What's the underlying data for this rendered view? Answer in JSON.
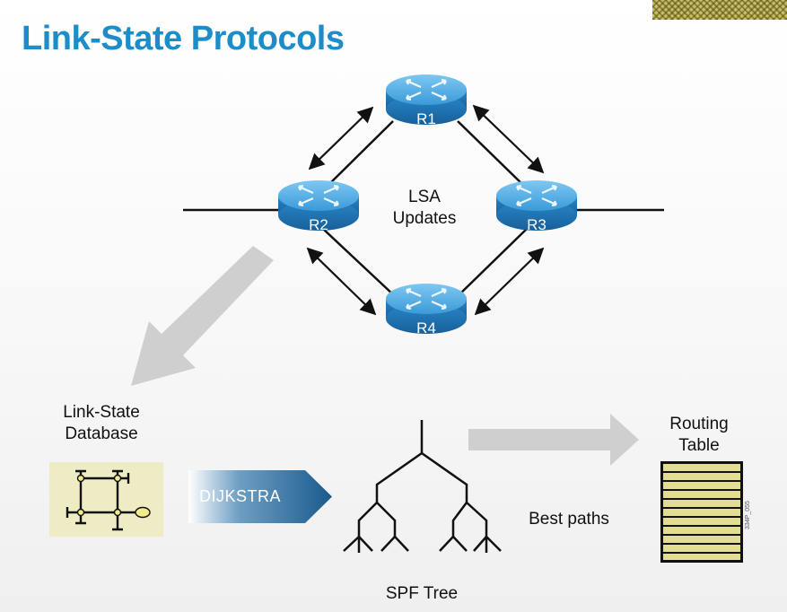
{
  "title": "Link-State Protocols",
  "routers": [
    "R1",
    "R2",
    "R3",
    "R4"
  ],
  "lsa_label": {
    "line1": "LSA",
    "line2": "Updates"
  },
  "lsdb_label": {
    "line1": "Link-State",
    "line2": "Database"
  },
  "algorithm_label": "DIJKSTRA",
  "spf_label": "SPF Tree",
  "best_paths_label": "Best paths",
  "routing_table_label": {
    "line1": "Routing",
    "line2": "Table"
  },
  "figure_id": "334P_055",
  "colors": {
    "title": "#1d8dc9",
    "router": "#2a8fd0",
    "arrow_gray": "#cfcfcf",
    "dijkstra_dark": "#1a5a8c",
    "table_fill": "#e3dc93"
  }
}
